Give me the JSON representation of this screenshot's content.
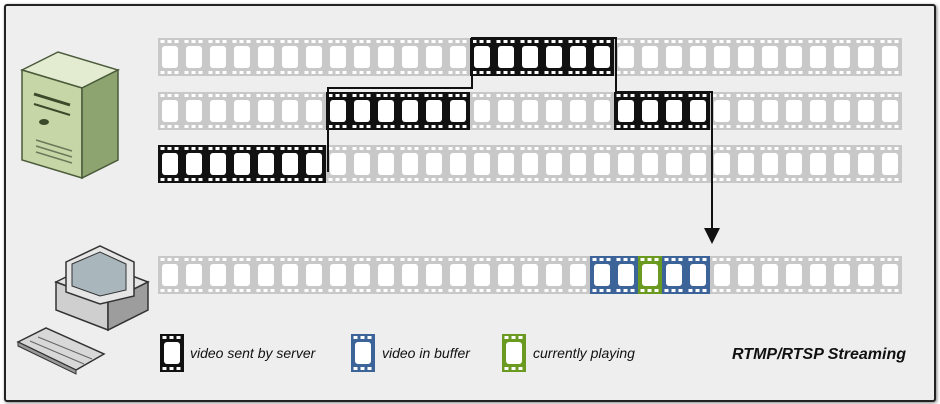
{
  "legend": {
    "server": {
      "label": "video sent by server",
      "color": "#111111"
    },
    "buffer": {
      "label": "video in buffer",
      "color": "#3d6499"
    },
    "playing": {
      "label": "currently playing",
      "color": "#6a9a1f"
    }
  },
  "title": "RTMP/RTSP Streaming",
  "film": {
    "frames_per_strip": 31,
    "inactive_color": "#c8c8c8",
    "rows": [
      {
        "name": "server-stream-top",
        "highlight": [
          [
            13,
            18,
            "server"
          ]
        ]
      },
      {
        "name": "server-stream-middle",
        "highlight": [
          [
            7,
            12,
            "server"
          ],
          [
            19,
            22,
            "server"
          ]
        ]
      },
      {
        "name": "server-stream-bottom",
        "highlight": [
          [
            0,
            6,
            "server"
          ]
        ]
      },
      {
        "name": "client-stream",
        "highlight": [
          [
            18,
            19,
            "buffer"
          ],
          [
            20,
            20,
            "playing"
          ],
          [
            21,
            22,
            "buffer"
          ]
        ]
      }
    ]
  },
  "icons": {
    "server": "server-tower-icon",
    "client": "desktop-computer-icon"
  }
}
